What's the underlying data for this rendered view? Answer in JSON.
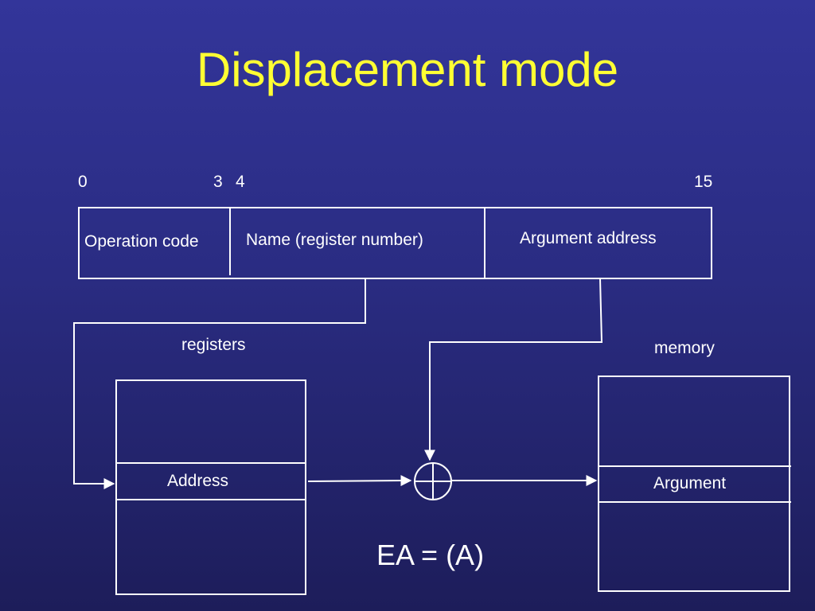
{
  "slide": {
    "title": "Displacement mode"
  },
  "bit_positions": {
    "b0": "0",
    "b3": "3",
    "b4": "4",
    "b15": "15"
  },
  "instruction_fields": {
    "opcode": "Operation code",
    "register": "Name (register number)",
    "argument": "Argument address"
  },
  "registers": {
    "label": "registers",
    "cell": "Address"
  },
  "memory": {
    "label": "memory",
    "cell": "Argument"
  },
  "formula": "EA = (A)",
  "colors": {
    "title": "#ffff33",
    "text": "#ffffff",
    "line": "#ffffff"
  }
}
